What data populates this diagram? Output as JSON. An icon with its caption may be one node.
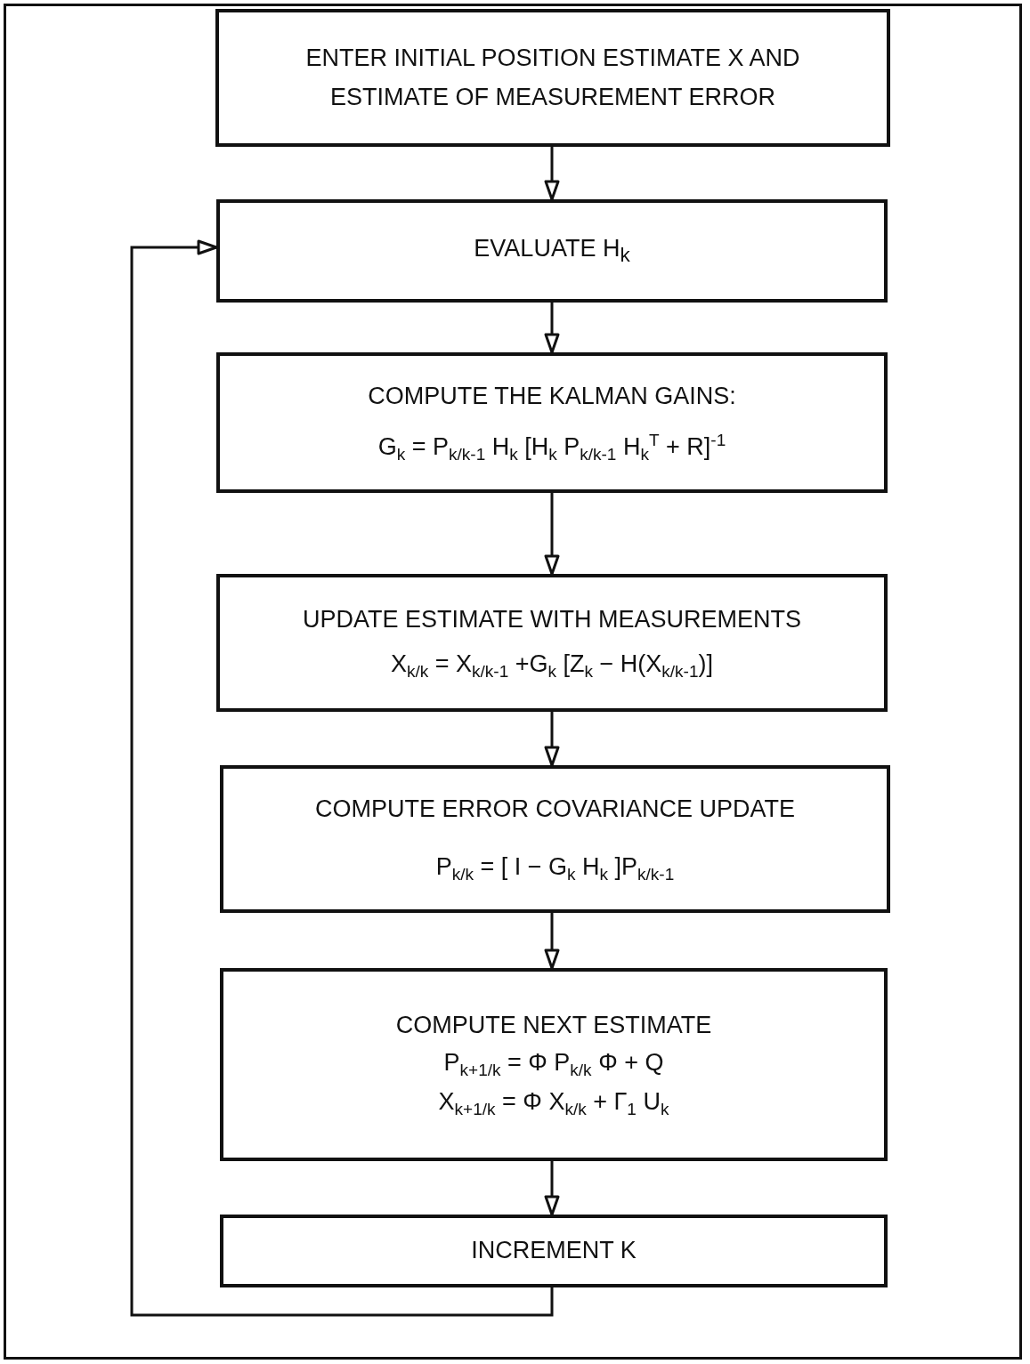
{
  "diagram": {
    "nodes": [
      {
        "text": [
          "ENTER INITIAL POSITION ESTIMATE X AND ESTIMATE OF MEASUREMENT ERROR"
        ]
      },
      {
        "text": [
          "EVALUATE H$_{k}$"
        ]
      },
      {
        "text": [
          "COMPUTE THE KALMAN GAINS:",
          "G$_{k}$ = P$_{k/k-1}$ H$_{k}$ [H$_{k}$ P$_{k/k-1}$ H$_{k}$$^{T}$ + R]$^{-1}$"
        ]
      },
      {
        "text": [
          "UPDATE  ESTIMATE WITH MEASUREMENTS",
          "X$_{k/k}$ = X$_{k/k-1}$ +G$_{k}$ [Z$_{k}$ − H(X$_{k/k-1}$)]"
        ]
      },
      {
        "text": [
          "COMPUTE ERROR COVARIANCE UPDATE",
          "P$_{k/k}$ = [ I − G$_{k}$ H$_{k}$ ]P$_{k/k-1}$"
        ]
      },
      {
        "text": [
          "COMPUTE NEXT ESTIMATE",
          "P$_{k+1/k}$ = Φ P$_{k/k}$ Φ + Q",
          "X$_{k+1/k}$ = Φ X$_{k/k}$ + Γ$_{1}$ U$_{k}$"
        ]
      },
      {
        "text": [
          "INCREMENT K"
        ]
      }
    ],
    "edges": [
      {
        "from": 0,
        "to": 1,
        "arrow": "to"
      },
      {
        "from": 1,
        "to": 2,
        "arrow": "to"
      },
      {
        "from": 2,
        "to": 3,
        "arrow": "to"
      },
      {
        "from": 3,
        "to": 4,
        "arrow": "to"
      },
      {
        "from": 4,
        "to": 5,
        "arrow": "to"
      },
      {
        "from": 5,
        "to": 6,
        "arrow": "to"
      },
      {
        "from": 6,
        "to": 1,
        "arrow": "to"
      }
    ]
  }
}
